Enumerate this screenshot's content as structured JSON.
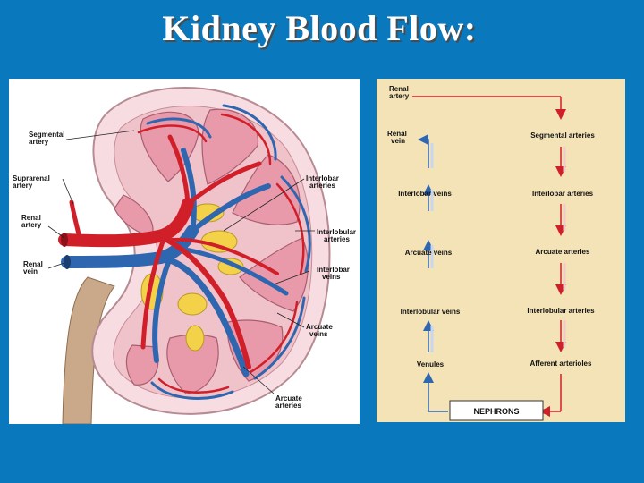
{
  "title": "Kidney Blood Flow:",
  "kidney_labels": {
    "segmental_artery": [
      "Segmental",
      "artery"
    ],
    "suprarenal_artery": [
      "Suprarenal",
      "artery"
    ],
    "renal_artery": [
      "Renal",
      "artery"
    ],
    "renal_vein": [
      "Renal",
      "vein"
    ],
    "interlobar_arteries": [
      "Interlobar",
      "arteries"
    ],
    "interlobular_arteries": [
      "Interlobular",
      "arteries"
    ],
    "interlobar_veins": [
      "Interlobar",
      "veins"
    ],
    "arcuate_veins": [
      "Arcuate",
      "veins"
    ],
    "arcuate_arteries": [
      "Arcuate",
      "arteries"
    ]
  },
  "flow": {
    "renal_artery": [
      "Renal",
      "artery"
    ],
    "renal_vein": [
      "Renal",
      "vein"
    ],
    "arteries": [
      "Segmental arteries",
      "Interlobar arteries",
      "Arcuate arteries",
      "Interlobular arteries",
      "Afferent arterioles"
    ],
    "veins": [
      "Interlobar veins",
      "Arcuate veins",
      "Interlobular veins",
      "Venules"
    ],
    "nephrons": "NEPHRONS"
  },
  "colors": {
    "background": "#0a78bd",
    "artery": "#d11f2a",
    "vein": "#2f66b0",
    "flow_panel": "#f3e3b7",
    "cortex": "#f2c9cf"
  }
}
